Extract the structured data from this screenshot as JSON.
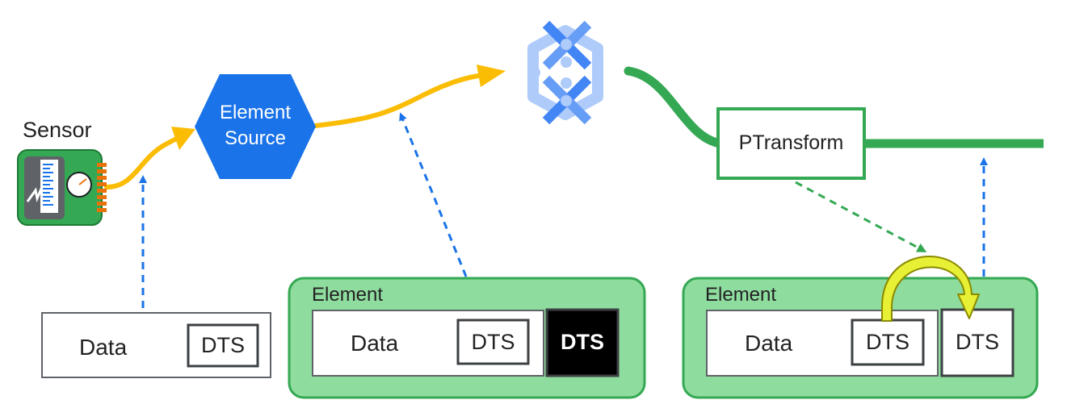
{
  "sensor": {
    "label": "Sensor",
    "icon": "sensor-board-icon"
  },
  "element_source": {
    "line1": "Element",
    "line2": "Source",
    "color": "#1a73e8"
  },
  "dataflow": {
    "icon": "dataflow-logo-icon"
  },
  "ptransform": {
    "label": "PTransform",
    "color": "#34a853"
  },
  "raw_record": {
    "data_label": "Data",
    "dts_label": "DTS"
  },
  "element_middle": {
    "title": "Element",
    "data_label": "Data",
    "dts_label": "DTS",
    "event_dts_label": "DTS"
  },
  "element_right": {
    "title": "Element",
    "data_label": "Data",
    "dts_label": "DTS",
    "new_dts_label": "DTS"
  },
  "colors": {
    "pipe_yellow": "#fbbc04",
    "pipe_green": "#34a853",
    "element_fill": "#8fdc9f",
    "dashed_blue": "#1a73e8",
    "dashed_green": "#34a853"
  }
}
